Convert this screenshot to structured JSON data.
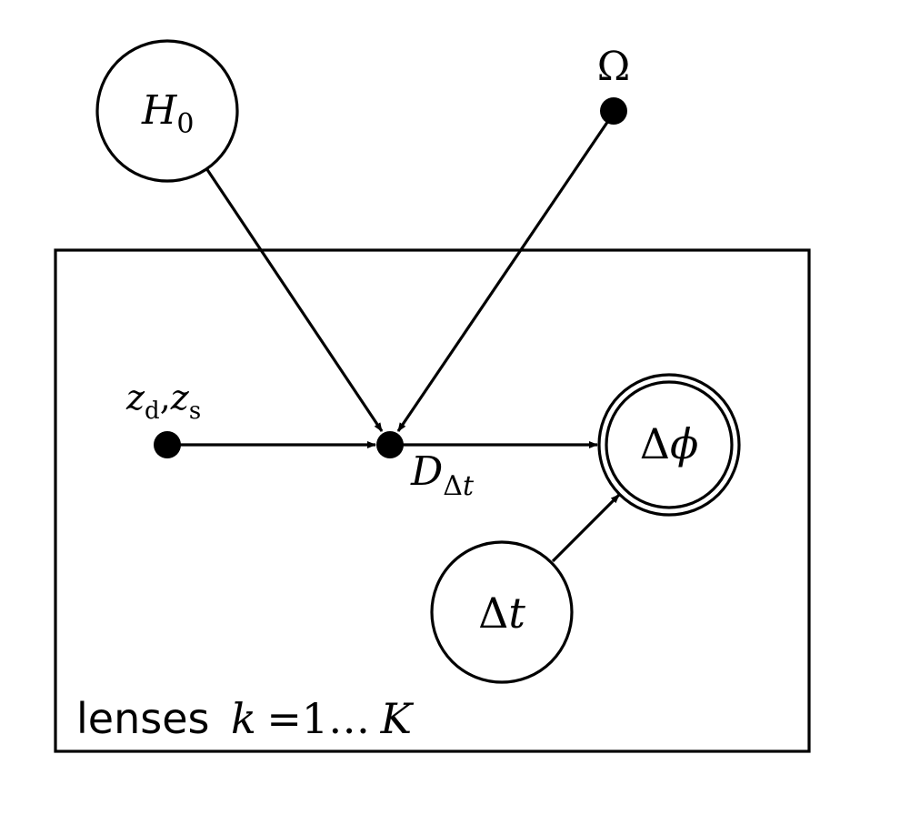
{
  "plate": {
    "label_text": "lenses",
    "label_index": "k",
    "label_eq": "=1…",
    "label_upper": "K"
  },
  "nodes": {
    "h0": {
      "symbol": "H",
      "subscript": "0",
      "type": "latent"
    },
    "omega": {
      "symbol": "Ω",
      "type": "fixed"
    },
    "redshifts": {
      "z1": "z",
      "sub1": "d",
      "sep": ",",
      "z2": "z",
      "sub2": "s",
      "type": "fixed"
    },
    "dist": {
      "symbol": "D",
      "sub_delta": "Δ",
      "sub_t": "t",
      "type": "deterministic"
    },
    "dphi": {
      "delta": "Δ",
      "symbol": "ϕ",
      "type": "observed"
    },
    "dt": {
      "delta": "Δ",
      "symbol": "t",
      "type": "latent"
    }
  },
  "edges": [
    {
      "from": "h0",
      "to": "dist"
    },
    {
      "from": "omega",
      "to": "dist"
    },
    {
      "from": "redshifts",
      "to": "dist"
    },
    {
      "from": "dist",
      "to": "dphi"
    },
    {
      "from": "dt",
      "to": "dphi"
    }
  ],
  "colors": {
    "stroke": "#000000",
    "background": "#ffffff"
  }
}
